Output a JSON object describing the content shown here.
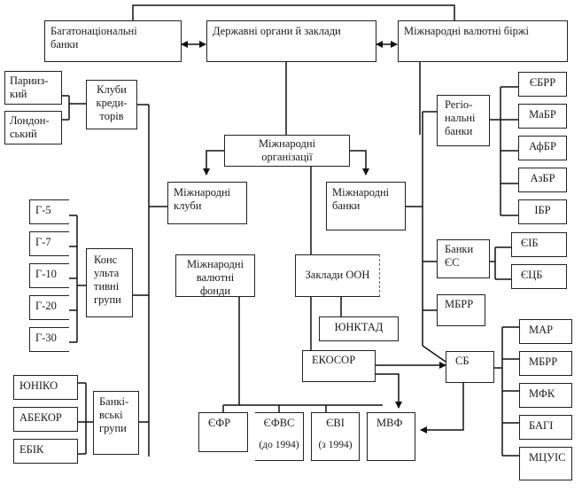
{
  "diagram": {
    "top": {
      "multinational_banks": [
        "Багатонаціональні",
        "банки"
      ],
      "state_bodies": [
        "Державні органи й заклади"
      ],
      "currency_exchanges": [
        "Міжнародні валютні біржі"
      ]
    },
    "international_organizations": [
      "Міжнародні",
      "організації"
    ],
    "international_clubs": [
      "Міжнародні",
      "клуби"
    ],
    "international_banks": [
      "Міжнародні",
      "банки"
    ],
    "creditor_clubs": {
      "label": [
        "Клуби",
        "креди-",
        "торів"
      ],
      "members": [
        [
          "Парииз-",
          "кий"
        ],
        [
          "Лондон-",
          "ський"
        ]
      ]
    },
    "consultative_groups": {
      "label": [
        "Конс",
        "ульта",
        "тивні",
        "групи"
      ],
      "members": [
        "Г-5",
        "Г-7",
        "Г-10",
        "Г-20",
        "Г-30"
      ]
    },
    "banking_groups": {
      "label": [
        "Банкі-",
        "вські",
        "групи"
      ],
      "members": [
        "ЮНІКО",
        "АБЕКОР",
        "ЕБІК"
      ]
    },
    "currency_funds": {
      "label": [
        "Міжнародні",
        "валютні",
        "фонди"
      ],
      "members": [
        {
          "name": "ЄФР",
          "note": ""
        },
        {
          "name": "ЄФВС",
          "note": "(до 1994)"
        },
        {
          "name": "ЄВІ",
          "note": "(з 1994)"
        },
        {
          "name": "МВФ",
          "note": ""
        }
      ]
    },
    "un_institutions": {
      "label": [
        "Заклади ООН"
      ],
      "members": [
        "ЮНКТАД",
        "ЕКОСОР"
      ]
    },
    "regional_banks": {
      "label": [
        "Регіо-",
        "нальні",
        "банки"
      ],
      "members": [
        "ЄБРР",
        "МаБР",
        "АфБР",
        "АзБР",
        "ІБР"
      ]
    },
    "eu_banks": {
      "label": [
        "Банки",
        "ЄС"
      ],
      "members": [
        "ЄІБ",
        "ЄЦБ"
      ]
    },
    "ibrd": [
      "МБРР"
    ],
    "world_bank": {
      "label": [
        "СБ"
      ],
      "members": [
        "МАР",
        "МБРР",
        "МФК",
        "БАГІ",
        "МЦУІС"
      ]
    }
  }
}
